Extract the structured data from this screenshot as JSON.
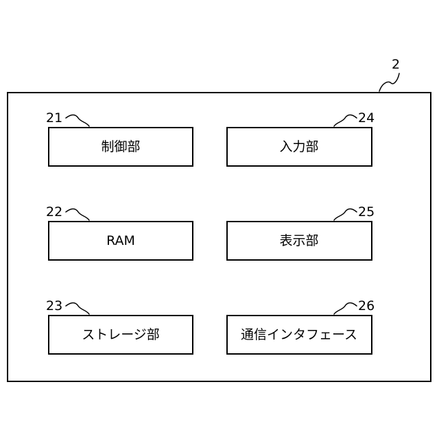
{
  "device": {
    "ref": "2"
  },
  "blocks": [
    {
      "id": "control-unit",
      "ref": "21",
      "label": "制御部"
    },
    {
      "id": "ram",
      "ref": "22",
      "label": "RAM"
    },
    {
      "id": "storage-unit",
      "ref": "23",
      "label": "ストレージ部"
    },
    {
      "id": "input-unit",
      "ref": "24",
      "label": "入力部"
    },
    {
      "id": "display-unit",
      "ref": "25",
      "label": "表示部"
    },
    {
      "id": "comm-interface",
      "ref": "26",
      "label": "通信インタフェース"
    }
  ]
}
